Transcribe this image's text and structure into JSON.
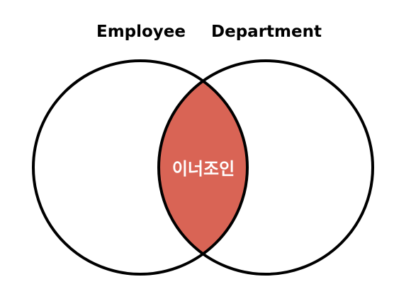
{
  "diagram": {
    "type": "venn",
    "sets": [
      {
        "name": "Employee"
      },
      {
        "name": "Department"
      }
    ],
    "intersection": {
      "label": "이너조인",
      "color": "#d96455",
      "border_color": "#8b1a12"
    },
    "outline_color": "#000000"
  }
}
